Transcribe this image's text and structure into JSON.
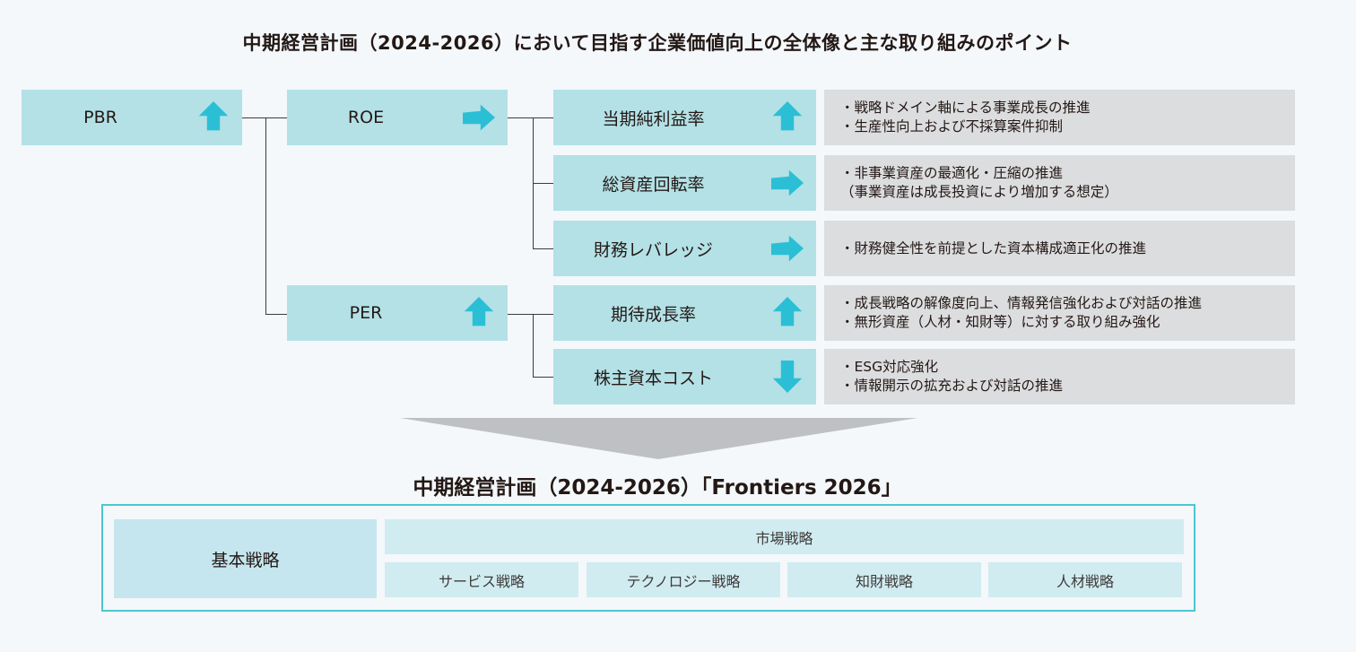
{
  "title": "中期経営計画（2024-2026）において目指す企業価値向上の全体像と主な取り組みのポイント",
  "colors": {
    "box": "#b3e1e6",
    "arrow": "#2bbfd6",
    "gray": "#dcdddf",
    "frame": "#4cc6cf"
  },
  "tree": {
    "pbr": {
      "label": "PBR",
      "icon": "arrow-up-icon"
    },
    "roe": {
      "label": "ROE",
      "icon": "arrow-right-icon"
    },
    "per": {
      "label": "PER",
      "icon": "arrow-up-icon"
    },
    "drivers": [
      {
        "label": "当期純利益率",
        "icon": "arrow-up-icon",
        "points": [
          "・戦略ドメイン軸による事業成長の推進",
          "・生産性向上および不採算案件抑制"
        ]
      },
      {
        "label": "総資産回転率",
        "icon": "arrow-right-icon",
        "points": [
          "・非事業資産の最適化・圧縮の推進",
          "（事業資産は成長投資により増加する想定）"
        ]
      },
      {
        "label": "財務レバレッジ",
        "icon": "arrow-right-icon",
        "points": [
          "・財務健全性を前提とした資本構成適正化の推進"
        ]
      },
      {
        "label": "期待成長率",
        "icon": "arrow-up-icon",
        "points": [
          "・成長戦略の解像度向上、情報発信強化および対話の推進",
          "・無形資産（人材・知財等）に対する取り組み強化"
        ]
      },
      {
        "label": "株主資本コスト",
        "icon": "arrow-down-icon",
        "points": [
          "・ESG対応強化",
          "・情報開示の拡充および対話の推進"
        ]
      }
    ]
  },
  "plan": {
    "title": "中期経営計画（2024-2026）「Frontiers 2026」",
    "basic": "基本戦略",
    "market": "市場戦略",
    "strategies": [
      "サービス戦略",
      "テクノロジー戦略",
      "知財戦略",
      "人材戦略"
    ]
  }
}
